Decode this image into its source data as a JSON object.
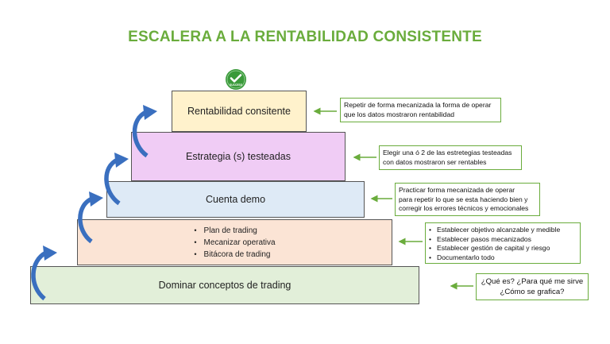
{
  "title": "ESCALERA A LA RENTABILIDAD CONSISTENTE",
  "badge": {
    "text": "SUCCESS",
    "icon": "checkmark-icon",
    "color": "#3a9a3a"
  },
  "colors": {
    "title": "#6aac3c",
    "arrow": "#3a6fbf",
    "note_border": "#6aac3c",
    "step1": "#e2efd9",
    "step2": "#fbe4d5",
    "step3": "#deeaf6",
    "step4": "#f0ccf5",
    "step5": "#fff2cc"
  },
  "steps": [
    {
      "label": "Dominar conceptos de trading"
    },
    {
      "items": [
        "Plan de trading",
        "Mecanizar operativa",
        "Bitácora de trading"
      ]
    },
    {
      "label": "Cuenta demo"
    },
    {
      "label": "Estrategia (s) testeadas"
    },
    {
      "label": "Rentabilidad consitente"
    }
  ],
  "notes": {
    "step1": {
      "line1": "¿Qué es? ¿Para qué me sirve",
      "line2": "¿Cómo se grafica?"
    },
    "step2": {
      "items": [
        "Establecer objetivo alcanzable y medible",
        "Establecer pasos mecanizados",
        "Establecer gestión de capital y riesgo",
        "Documentarlo todo"
      ]
    },
    "step3": {
      "line1": "Practicar forma mecanizada de operar",
      "line2": "para repetir lo que se esta haciendo bien y",
      "line3": "corregir los errores técnicos y emocionales"
    },
    "step4": {
      "line1": "Elegir una ó 2 de las estretegias testeadas",
      "line2": "con datos mostraron ser rentables"
    },
    "step5": {
      "line1": "Repetir de forma mecanizada la forma de operar",
      "line2": "que los datos mostraron rentabilidad"
    }
  }
}
